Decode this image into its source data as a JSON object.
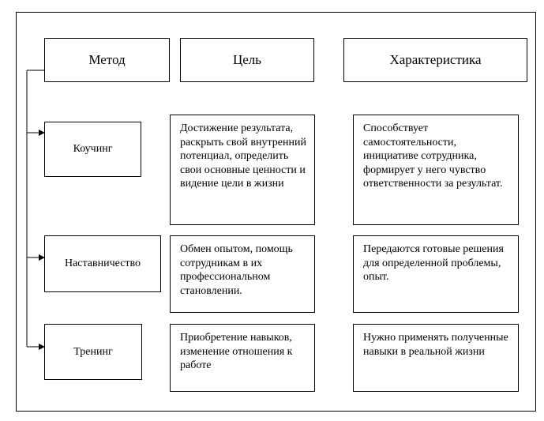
{
  "headers": {
    "method": "Метод",
    "goal": "Цель",
    "characteristic": "Характеристика"
  },
  "rows": [
    {
      "method": "Коучинг",
      "goal": "Достижение результата, раскрыть свой внутренний потенциал, определить свои основные ценности и видение цели в жизни",
      "characteristic": "Способствует самостоятельности, инициативе сотрудника, формирует у него чувство ответственности за результат."
    },
    {
      "method": "Наставничество",
      "goal": "Обмен опытом, помощь сотрудникам в их профессиональном становлении.",
      "characteristic": "Передаются готовые решения для определенной проблемы, опыт."
    },
    {
      "method": "Тренинг",
      "goal": "Приобретение навыков, изменение отношения к работе",
      "characteristic": "Нужно применять полученные навыки в реальной жизни"
    }
  ]
}
